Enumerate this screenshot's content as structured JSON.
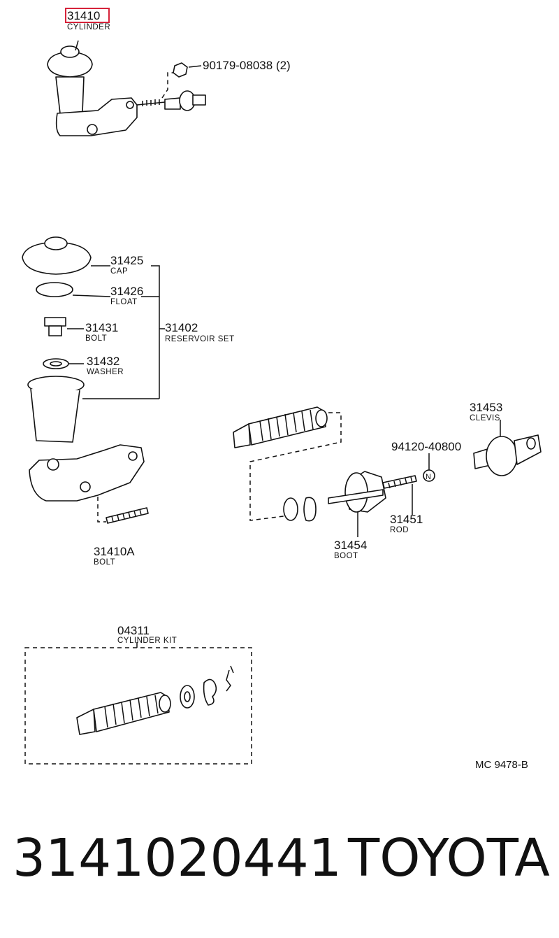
{
  "diagram": {
    "top_assembly": {
      "cylinder_number": "31410",
      "cylinder_name": "CYLINDER",
      "nut_callout": "90179-08038 (2)"
    },
    "parts": {
      "cap": {
        "number": "31425",
        "name": "CAP"
      },
      "float": {
        "number": "31426",
        "name": "FLOAT"
      },
      "bolt": {
        "number": "31431",
        "name": "BOLT"
      },
      "washer": {
        "number": "31432",
        "name": "WASHER"
      },
      "reservoir_set": {
        "number": "31402",
        "name": "RESERVOIR SET"
      },
      "stud_bolt": {
        "number": "31410A",
        "name": "BOLT"
      },
      "clevis": {
        "number": "31453",
        "name": "CLEVIS"
      },
      "nut": {
        "number": "94120-40800"
      },
      "rod": {
        "number": "31451",
        "name": "ROD"
      },
      "boot": {
        "number": "31454",
        "name": "BOOT"
      },
      "cylinder_kit": {
        "number": "04311",
        "name": "CYLINDER KIT"
      }
    },
    "drawing_code": "MC 9478-B",
    "highlight_color": "#d6233a"
  },
  "footer": {
    "part_number": "3141020441",
    "brand": "TOYOTA"
  }
}
